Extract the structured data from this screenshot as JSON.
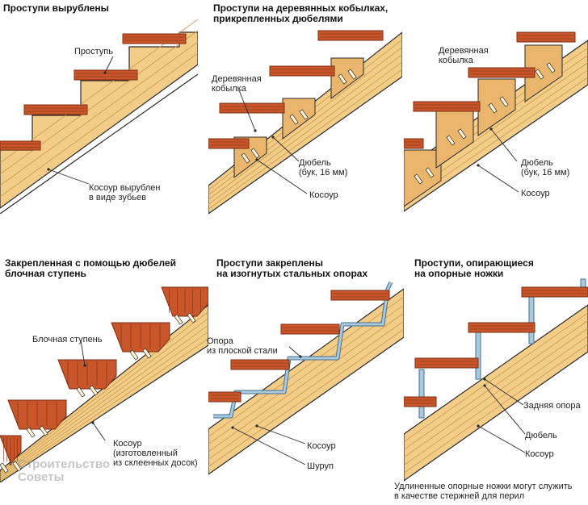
{
  "colors": {
    "stringer": "#f3cc88",
    "stringer_grain": "#c99a4c",
    "tread": "#c8562a",
    "tread_dark": "#7a2e14",
    "steel": "#a9c9de",
    "steel_dark": "#47708c",
    "line": "#2a2a2a"
  },
  "panels": [
    {
      "title_lines": [
        "Проступи вырублены"
      ],
      "labels": [
        {
          "lines": [
            "Проступь"
          ]
        },
        {
          "lines": [
            "Косоур вырублен",
            "в виде зубьев"
          ]
        }
      ]
    },
    {
      "title_lines": [
        "Проступи на деревянных кобылках,",
        "прикрепленных дюбелями"
      ],
      "labels": [
        {
          "lines": [
            "Деревянная",
            "кобылка"
          ]
        },
        {
          "lines": [
            "Дюбель",
            "(бук, 16 мм)"
          ]
        },
        {
          "lines": [
            "Косоур"
          ]
        }
      ]
    },
    {
      "title_lines": [],
      "labels": [
        {
          "lines": [
            "Деревянная",
            "кобылка"
          ]
        },
        {
          "lines": [
            "Дюбель",
            "(бук, 16 мм)"
          ]
        },
        {
          "lines": [
            "Косоур"
          ]
        }
      ]
    },
    {
      "title_lines": [
        "Закрепленная с помощью дюбелей",
        "блочная ступень"
      ],
      "labels": [
        {
          "lines": [
            "Блочная ступень"
          ]
        },
        {
          "lines": [
            "Косоур",
            "(изготовленный",
            "из склеенных досок)"
          ]
        }
      ]
    },
    {
      "title_lines": [
        "Проступи закреплены",
        "на изогнутых стальных опорах"
      ],
      "labels": [
        {
          "lines": [
            "Опора",
            "из плоской стали"
          ]
        },
        {
          "lines": [
            "Косоур"
          ]
        },
        {
          "lines": [
            "Шуруп"
          ]
        }
      ]
    },
    {
      "title_lines": [
        "Проступи, опирающиеся",
        "на опорные ножки"
      ],
      "labels": [
        {
          "lines": [
            "Задняя опора"
          ]
        },
        {
          "lines": [
            "Дюбель"
          ]
        },
        {
          "lines": [
            "Косоур"
          ]
        }
      ],
      "note_lines": [
        "Удлиненные опорные ножки могут служить",
        "в качестве стержней для перил"
      ]
    }
  ],
  "watermark": {
    "lines": [
      "Строительство",
      "Советы"
    ]
  }
}
